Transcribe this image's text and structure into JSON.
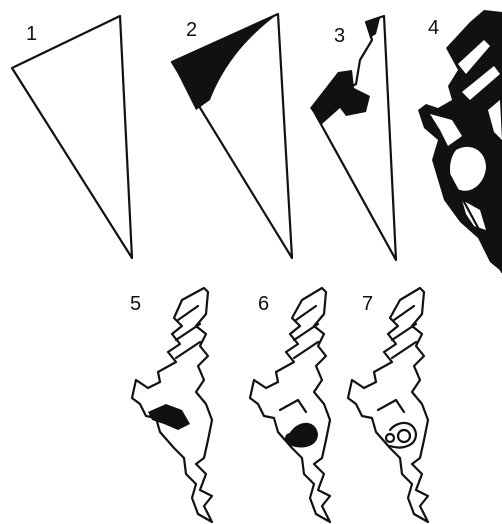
{
  "steps": [
    {
      "label": "1"
    },
    {
      "label": "2"
    },
    {
      "label": "3"
    },
    {
      "label": "4"
    },
    {
      "label": "5"
    },
    {
      "label": "6"
    },
    {
      "label": "7"
    }
  ],
  "colors": {
    "ink": "#111111",
    "paper": "#ffffff"
  }
}
